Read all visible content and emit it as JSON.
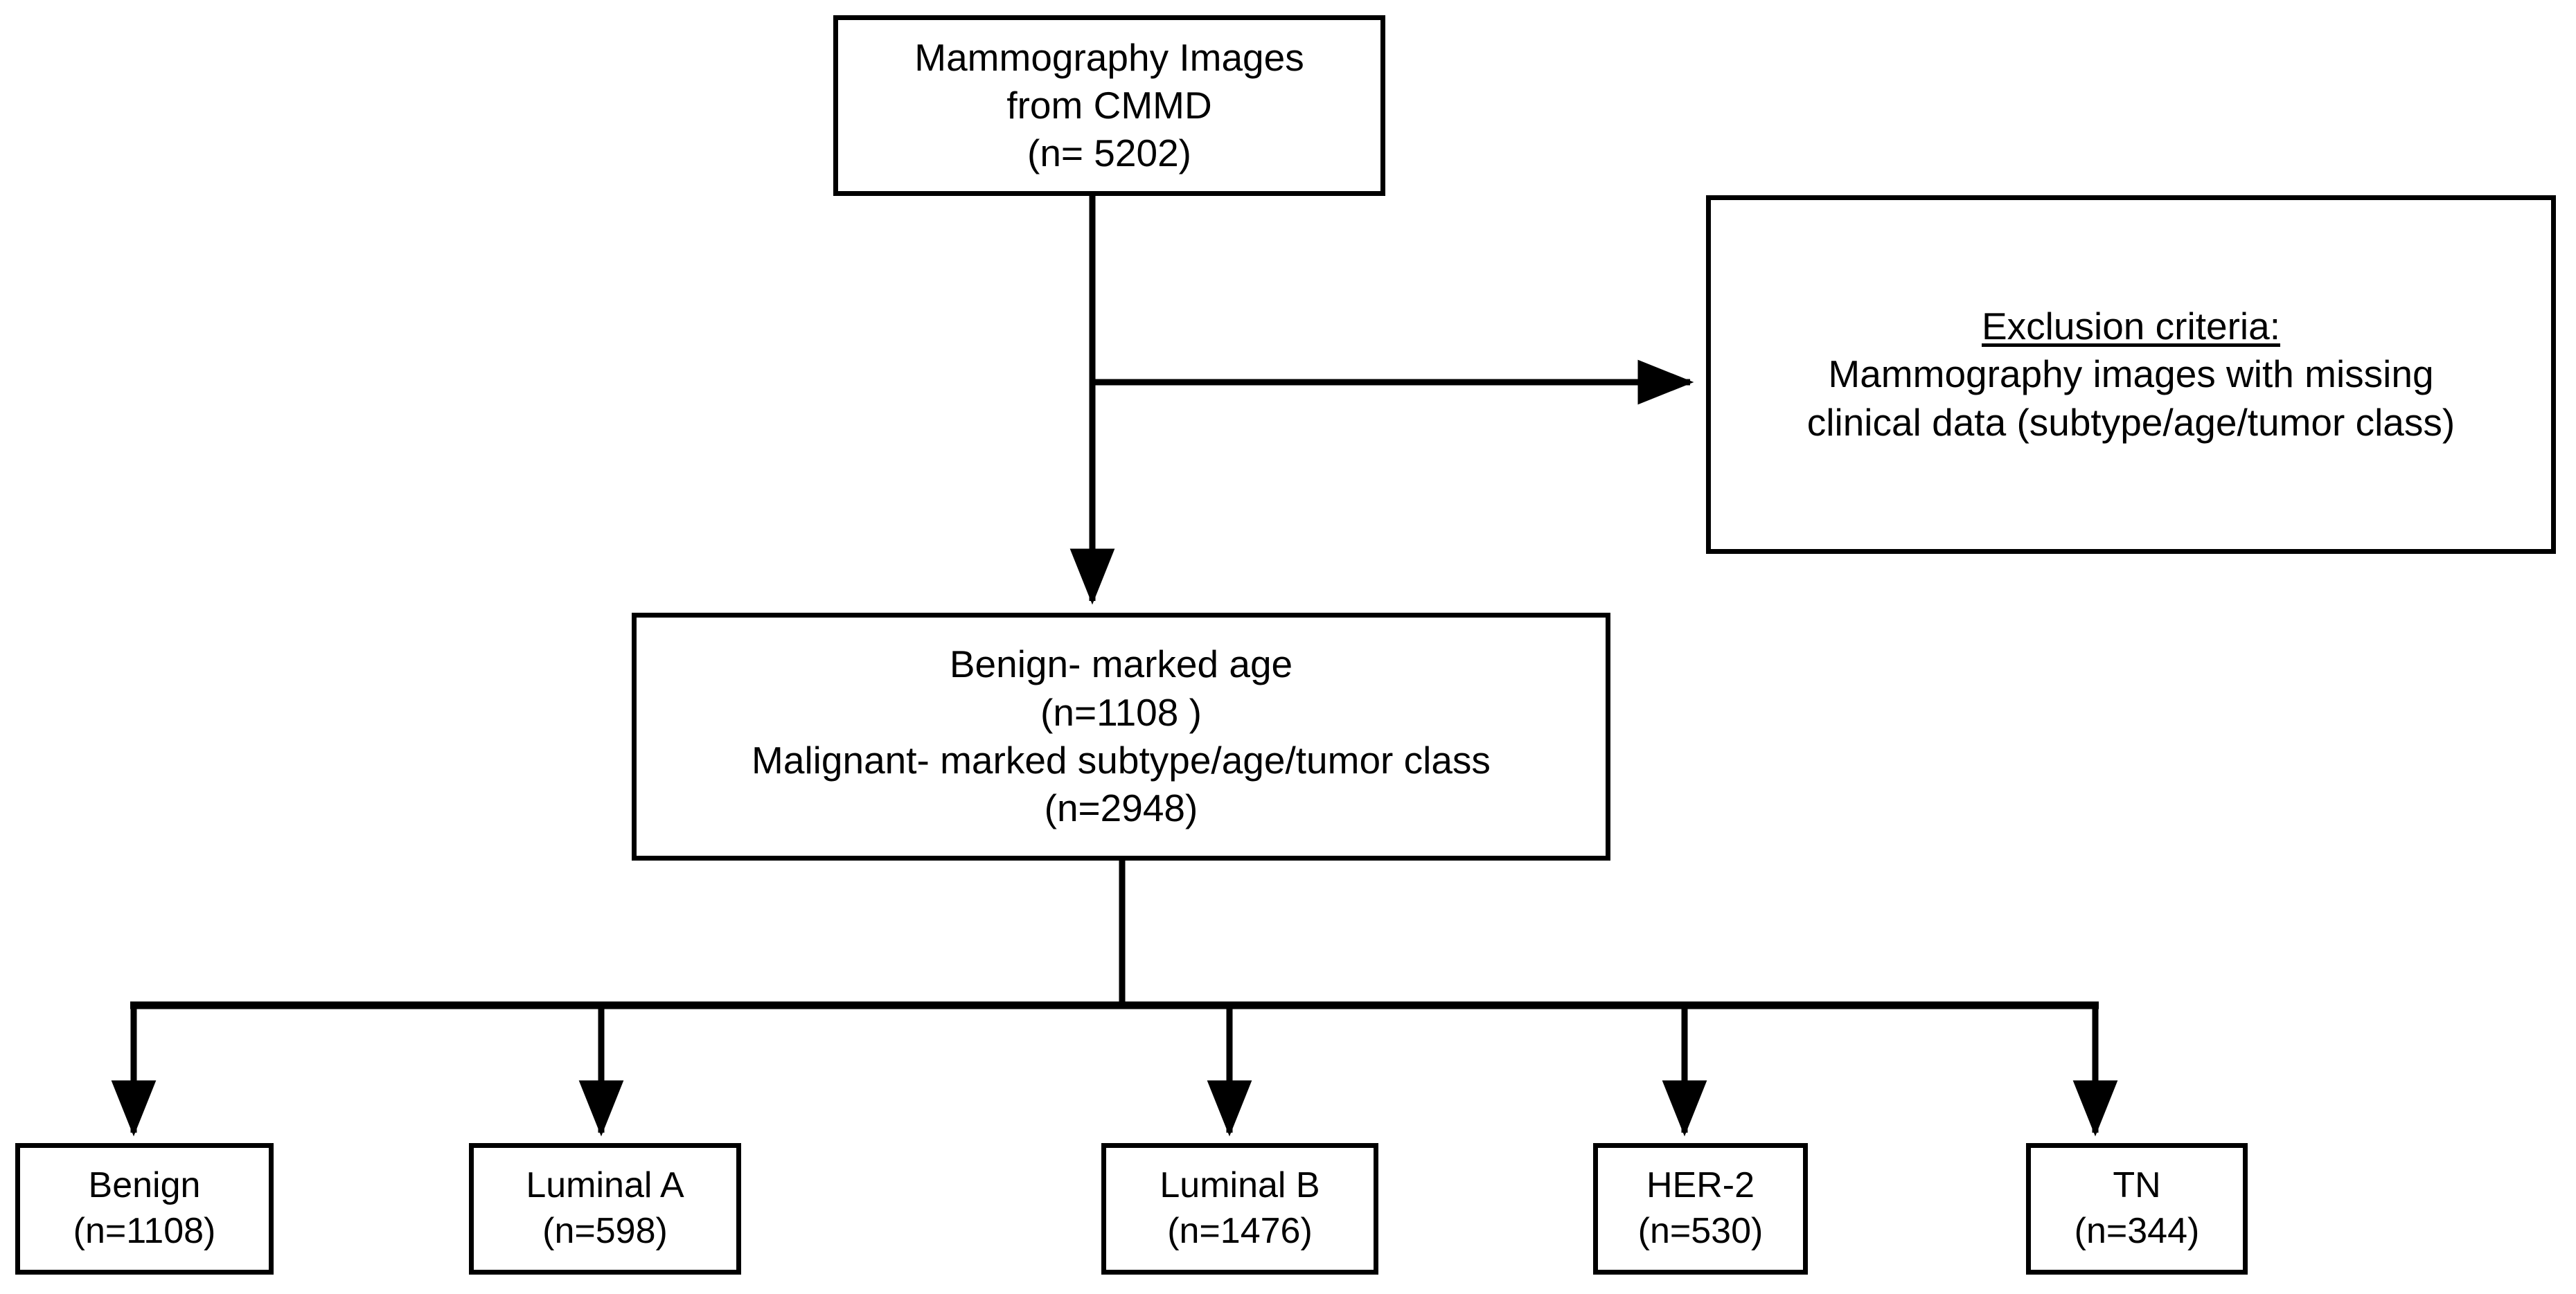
{
  "figure": {
    "type": "flowchart",
    "orientation": "top-down",
    "background_color": "#ffffff",
    "stroke_color": "#000000",
    "text_color": "#000000"
  },
  "nodes": {
    "source": {
      "id": "source",
      "lines": [
        "Mammography Images",
        "from CMMD",
        "(n= 5202)"
      ],
      "n": 5202
    },
    "exclusion": {
      "id": "exclusion",
      "heading": "Exclusion criteria:",
      "lines": [
        "Mammography images with missing",
        "clinical data (subtype/age/tumor class)"
      ]
    },
    "included": {
      "id": "included",
      "lines": [
        "Benign- marked age",
        "(n=1108 )",
        "Malignant- marked subtype/age/tumor class",
        "(n=2948)"
      ],
      "benign_n": 1108,
      "malignant_n": 2948
    },
    "leaves": [
      {
        "id": "benign",
        "label": "Benign",
        "count_label": "(n=1108)",
        "n": 1108
      },
      {
        "id": "luminal-a",
        "label": "Luminal A",
        "count_label": "(n=598)",
        "n": 598
      },
      {
        "id": "luminal-b",
        "label": "Luminal B",
        "count_label": "(n=1476)",
        "n": 1476
      },
      {
        "id": "her2",
        "label": "HER-2",
        "count_label": "(n=530)",
        "n": 530
      },
      {
        "id": "tn",
        "label": "TN",
        "count_label": "(n=344)",
        "n": 344
      }
    ]
  },
  "edges": [
    {
      "from": "source",
      "to": "exclusion",
      "kind": "branch-right"
    },
    {
      "from": "source",
      "to": "included",
      "kind": "down-arrow"
    },
    {
      "from": "included",
      "to": "benign",
      "kind": "split-down-arrow"
    },
    {
      "from": "included",
      "to": "luminal-a",
      "kind": "split-down-arrow"
    },
    {
      "from": "included",
      "to": "luminal-b",
      "kind": "split-down-arrow"
    },
    {
      "from": "included",
      "to": "her2",
      "kind": "split-down-arrow"
    },
    {
      "from": "included",
      "to": "tn",
      "kind": "split-down-arrow"
    }
  ]
}
